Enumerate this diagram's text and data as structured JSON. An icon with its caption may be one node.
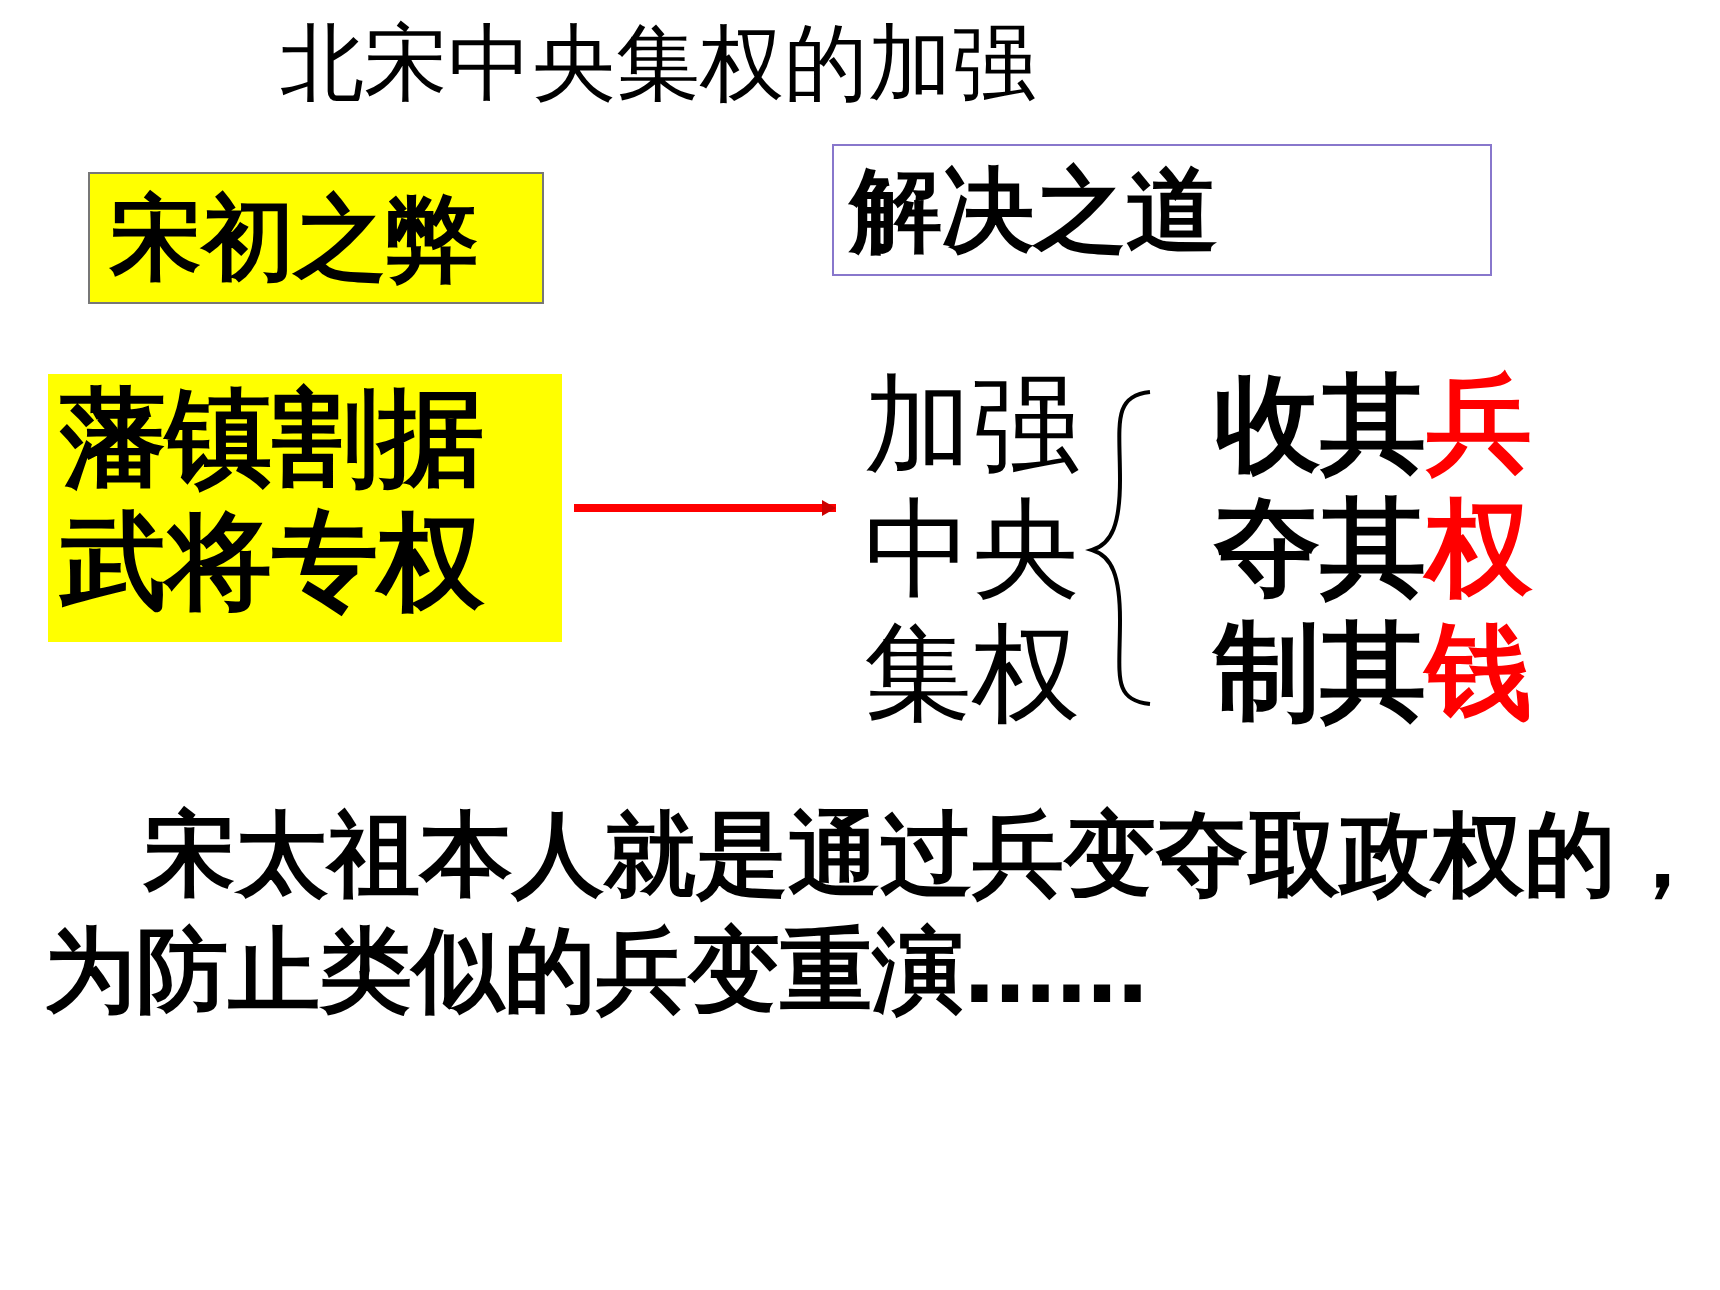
{
  "diagram": {
    "title": "北宋中央集权的加强",
    "nodes": [
      {
        "text": [
          "宋初之弊"
        ]
      },
      {
        "text": [
          "解决之道"
        ]
      },
      {
        "text": [
          "藩镇割据武将专权"
        ]
      },
      {
        "text": [
          "加强中央集权"
        ]
      }
    ],
    "edges": [
      {
        "from": 2,
        "to": 3,
        "arrow": "to",
        "color": "#ff0000"
      }
    ],
    "labels": [
      "收其兵",
      "夺其权",
      "制其钱",
      "宋太祖本人就是通过兵变夺取政权的，为防止类似的兵变重演……"
    ]
  }
}
